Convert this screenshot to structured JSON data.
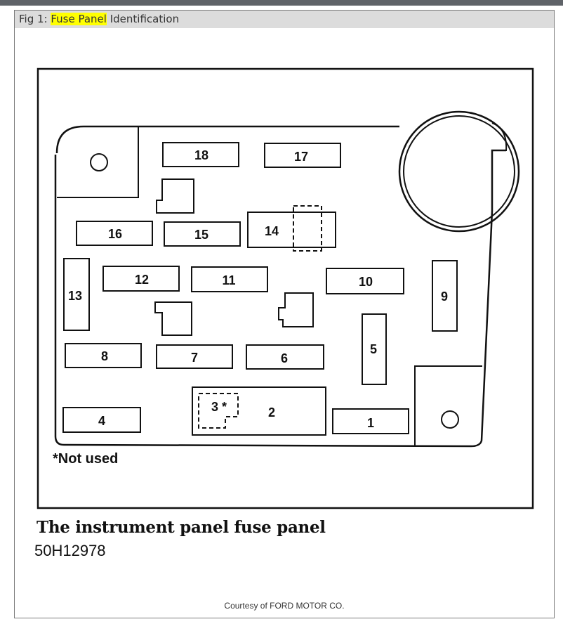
{
  "caption": {
    "prefix": "Fig 1: ",
    "highlight": "Fuse Panel",
    "suffix": " Identification"
  },
  "diagram": {
    "fuses": [
      {
        "id": "fuse-18",
        "label": "18"
      },
      {
        "id": "fuse-17",
        "label": "17"
      },
      {
        "id": "fuse-16",
        "label": "16"
      },
      {
        "id": "fuse-15",
        "label": "15"
      },
      {
        "id": "fuse-14",
        "label": "14"
      },
      {
        "id": "fuse-13",
        "label": "13"
      },
      {
        "id": "fuse-12",
        "label": "12"
      },
      {
        "id": "fuse-11",
        "label": "11"
      },
      {
        "id": "fuse-10",
        "label": "10"
      },
      {
        "id": "fuse-9",
        "label": "9"
      },
      {
        "id": "fuse-8",
        "label": "8"
      },
      {
        "id": "fuse-7",
        "label": "7"
      },
      {
        "id": "fuse-6",
        "label": "6"
      },
      {
        "id": "fuse-5",
        "label": "5"
      },
      {
        "id": "fuse-4",
        "label": "4"
      },
      {
        "id": "fuse-3",
        "label": "3 *"
      },
      {
        "id": "fuse-2",
        "label": "2"
      },
      {
        "id": "fuse-1",
        "label": "1"
      }
    ],
    "note": "*Not used"
  },
  "figure_title": "The instrument panel fuse panel",
  "figure_code": "50H12978",
  "credit": "Courtesy of FORD MOTOR CO."
}
